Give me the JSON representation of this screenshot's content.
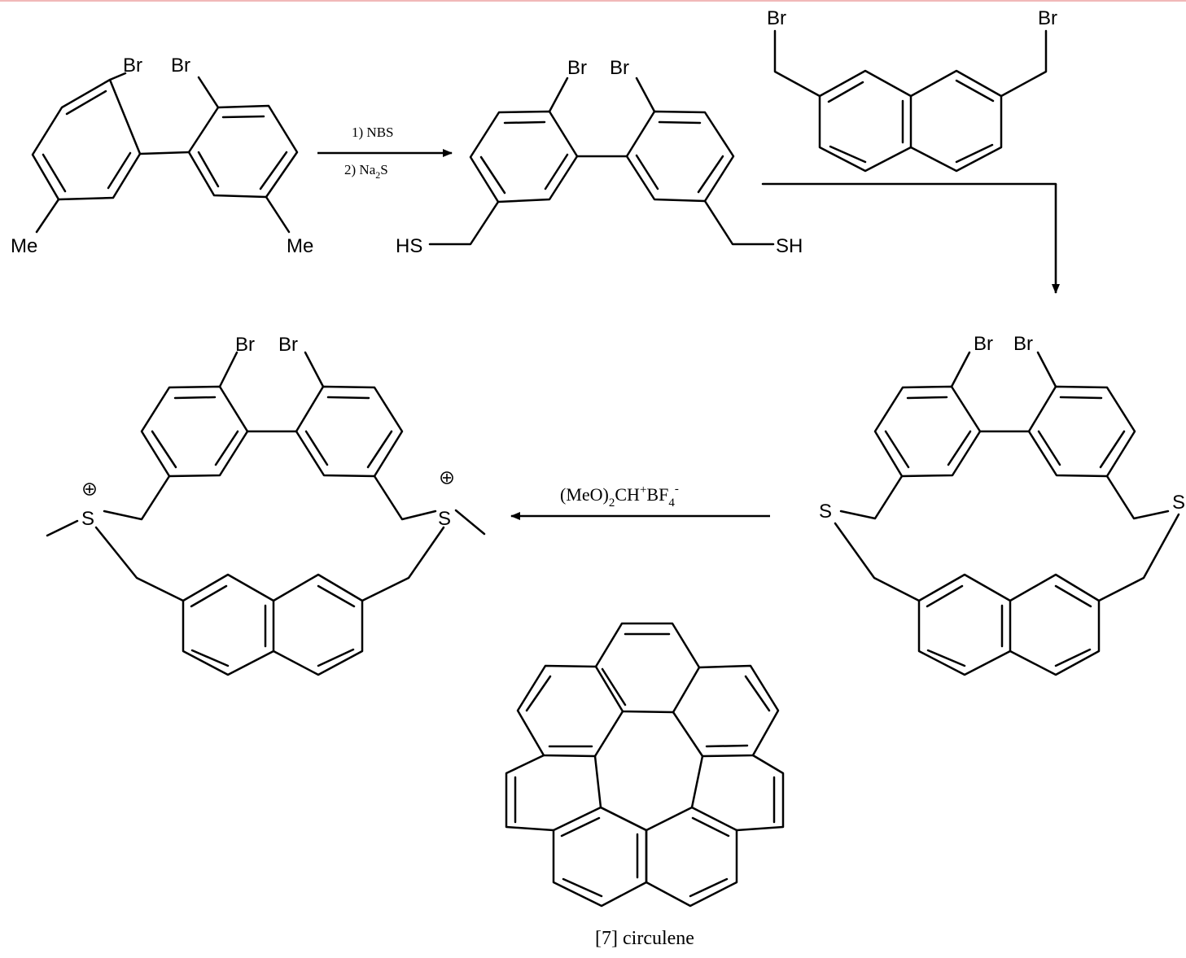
{
  "scheme": {
    "step1": {
      "reagent_1": "1) NBS",
      "reagent_2_prefix": "2) Na",
      "reagent_2_sub": "2",
      "reagent_2_suffix": "S"
    },
    "step3": {
      "r_open": "(MeO)",
      "r_sub": "2",
      "r_mid": "CH",
      "r_sup": "+",
      "r_tail": "BF",
      "r_sub2": "4",
      "r_sup2": "-"
    },
    "labels": {
      "bromine": "Br",
      "methyl": "Me",
      "thiol_left": "HS",
      "thiol_right": "SH",
      "sulfur": "S"
    },
    "product_name": "[7] circulene"
  }
}
